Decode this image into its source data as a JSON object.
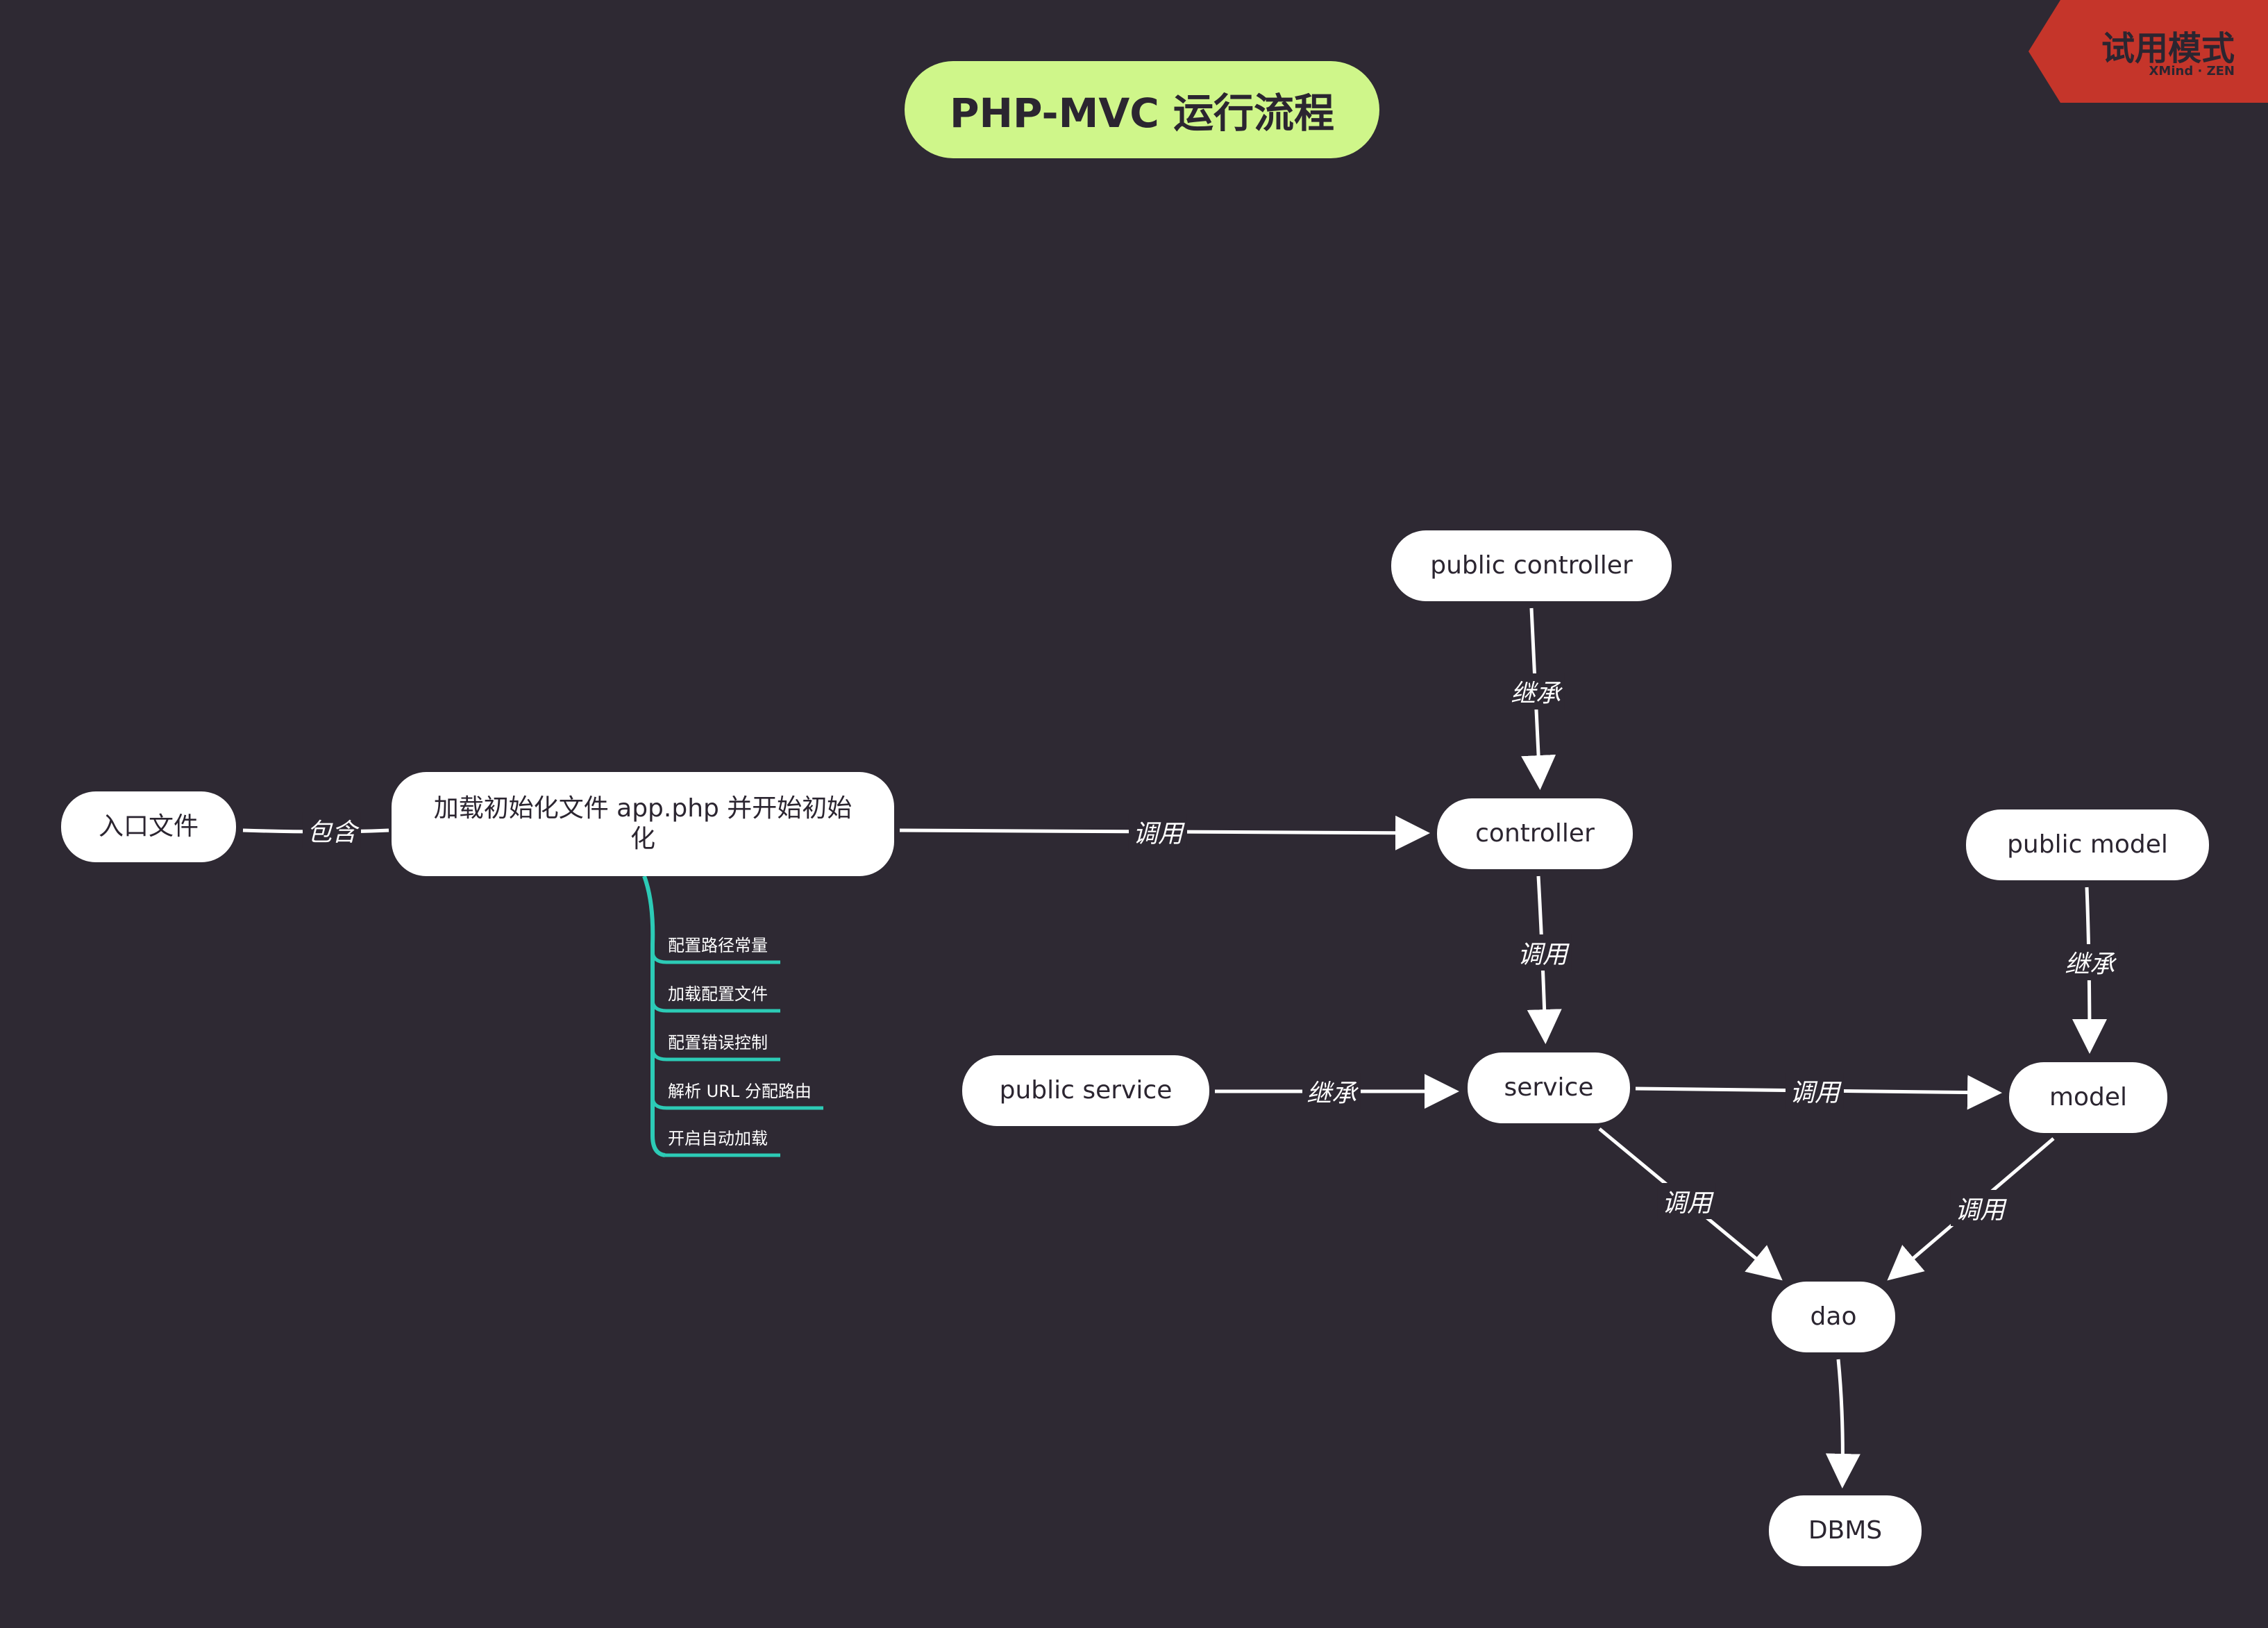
{
  "title": "PHP-MVC 运行流程",
  "trial": {
    "label": "试用模式",
    "brand": "XMind · ZEN"
  },
  "colors": {
    "background": "#2e2933",
    "node": "#ffffff",
    "title": "#cff68a",
    "branch": "#2ccbb6",
    "badge": "#c5352a"
  },
  "nodes": {
    "entry": "入口文件",
    "app": "加载初始化文件 app.php 并开始初始化",
    "public_controller": "public controller",
    "controller": "controller",
    "public_model": "public model",
    "public_service": "public service",
    "service": "service",
    "model": "model",
    "dao": "dao",
    "dbms": "DBMS"
  },
  "relations": {
    "include": "包含",
    "call": "调用",
    "inherit": "继承"
  },
  "sub_items": [
    "配置路径常量",
    "加载配置文件",
    "配置错误控制",
    "解析 URL 分配路由",
    "开启自动加载"
  ]
}
